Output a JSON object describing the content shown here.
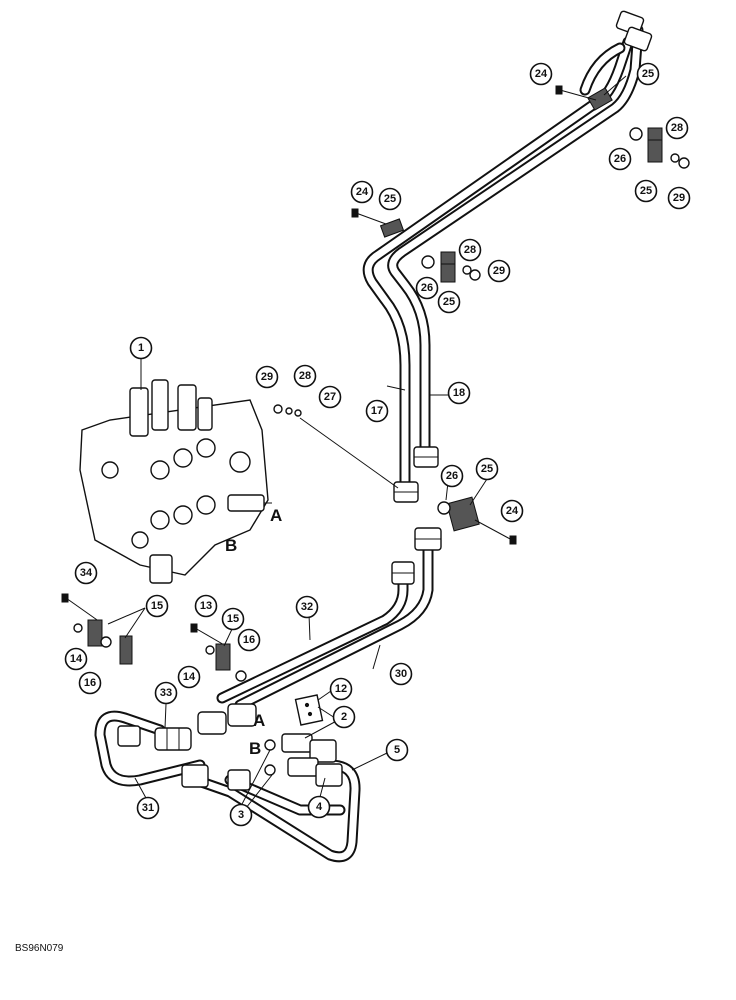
{
  "figure_code": "BS96N079",
  "port_labels": {
    "a_valve": "A",
    "b_valve": "B",
    "a_fitting": "A",
    "b_fitting": "B"
  },
  "callouts": [
    {
      "id": "c1",
      "label": "1"
    },
    {
      "id": "c2",
      "label": "2"
    },
    {
      "id": "c3",
      "label": "3"
    },
    {
      "id": "c4",
      "label": "4"
    },
    {
      "id": "c5",
      "label": "5"
    },
    {
      "id": "c12",
      "label": "12"
    },
    {
      "id": "c13",
      "label": "13"
    },
    {
      "id": "c14a",
      "label": "14"
    },
    {
      "id": "c14b",
      "label": "14"
    },
    {
      "id": "c15a",
      "label": "15"
    },
    {
      "id": "c15b",
      "label": "15"
    },
    {
      "id": "c16a",
      "label": "16"
    },
    {
      "id": "c16b",
      "label": "16"
    },
    {
      "id": "c17",
      "label": "17"
    },
    {
      "id": "c18",
      "label": "18"
    },
    {
      "id": "c24a",
      "label": "24"
    },
    {
      "id": "c24b",
      "label": "24"
    },
    {
      "id": "c24c",
      "label": "24"
    },
    {
      "id": "c25a",
      "label": "25"
    },
    {
      "id": "c25b",
      "label": "25"
    },
    {
      "id": "c25c",
      "label": "25"
    },
    {
      "id": "c25d",
      "label": "25"
    },
    {
      "id": "c25e",
      "label": "25"
    },
    {
      "id": "c26a",
      "label": "26"
    },
    {
      "id": "c26b",
      "label": "26"
    },
    {
      "id": "c26c",
      "label": "26"
    },
    {
      "id": "c27",
      "label": "27"
    },
    {
      "id": "c28a",
      "label": "28"
    },
    {
      "id": "c28b",
      "label": "28"
    },
    {
      "id": "c28c",
      "label": "28"
    },
    {
      "id": "c29a",
      "label": "29"
    },
    {
      "id": "c29b",
      "label": "29"
    },
    {
      "id": "c29c",
      "label": "29"
    },
    {
      "id": "c30",
      "label": "30"
    },
    {
      "id": "c31",
      "label": "31"
    },
    {
      "id": "c32",
      "label": "32"
    },
    {
      "id": "c33",
      "label": "33"
    },
    {
      "id": "c34",
      "label": "34"
    }
  ]
}
